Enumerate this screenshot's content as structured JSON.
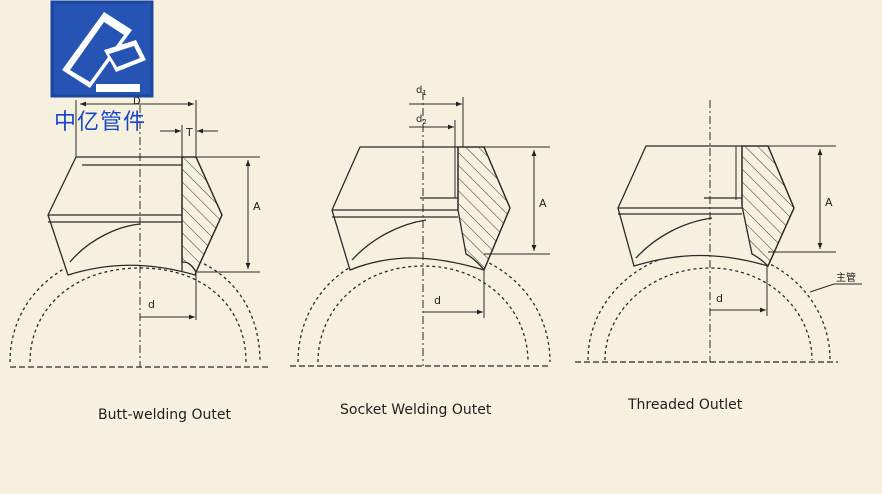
{
  "logo": {
    "text": "中亿管件",
    "icon": "hammer-logo-icon",
    "color": "#2554b5"
  },
  "diagrams": [
    {
      "caption": "Butt-welding Outet",
      "labels": {
        "dim_top": "D",
        "thickness": "T",
        "height": "A",
        "diameter": "d"
      }
    },
    {
      "caption": "Socket Welding Outet",
      "labels": {
        "d1": "d",
        "d1_sub": "1",
        "d2": "d",
        "d2_sub": "2",
        "height": "A",
        "diameter": "d"
      }
    },
    {
      "caption": "Threaded Outlet",
      "labels": {
        "height": "A",
        "diameter": "d",
        "main_pipe": "主管"
      }
    }
  ],
  "colors": {
    "background": "#f6f1df",
    "line": "#2a2a2a"
  }
}
